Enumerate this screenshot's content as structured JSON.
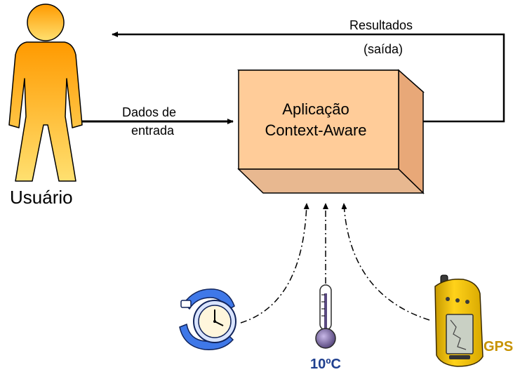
{
  "diagram": {
    "user_label": "Usuário",
    "input_label_line1": "Dados de",
    "input_label_line2": "entrada",
    "results_label_line1": "Resultados",
    "results_label_line2": "(saída)",
    "app_label_line1": "Aplicação",
    "app_label_line2": "Context-Aware",
    "temperature_label": "10ºC",
    "gps_label": "GPS"
  },
  "colors": {
    "person_fill_top": "#ff9a00",
    "person_fill_bottom": "#ffe070",
    "box_front": "#ffcc99",
    "box_top": "#ffe0c0",
    "box_side": "#e8a878",
    "temperature_text": "#1f3f8f",
    "gps_text": "#c79200",
    "gps_body": "#f2c400",
    "watch_band": "#3f78e8"
  },
  "icons": [
    "person-icon",
    "watch-icon",
    "thermometer-icon",
    "gps-device-icon"
  ]
}
